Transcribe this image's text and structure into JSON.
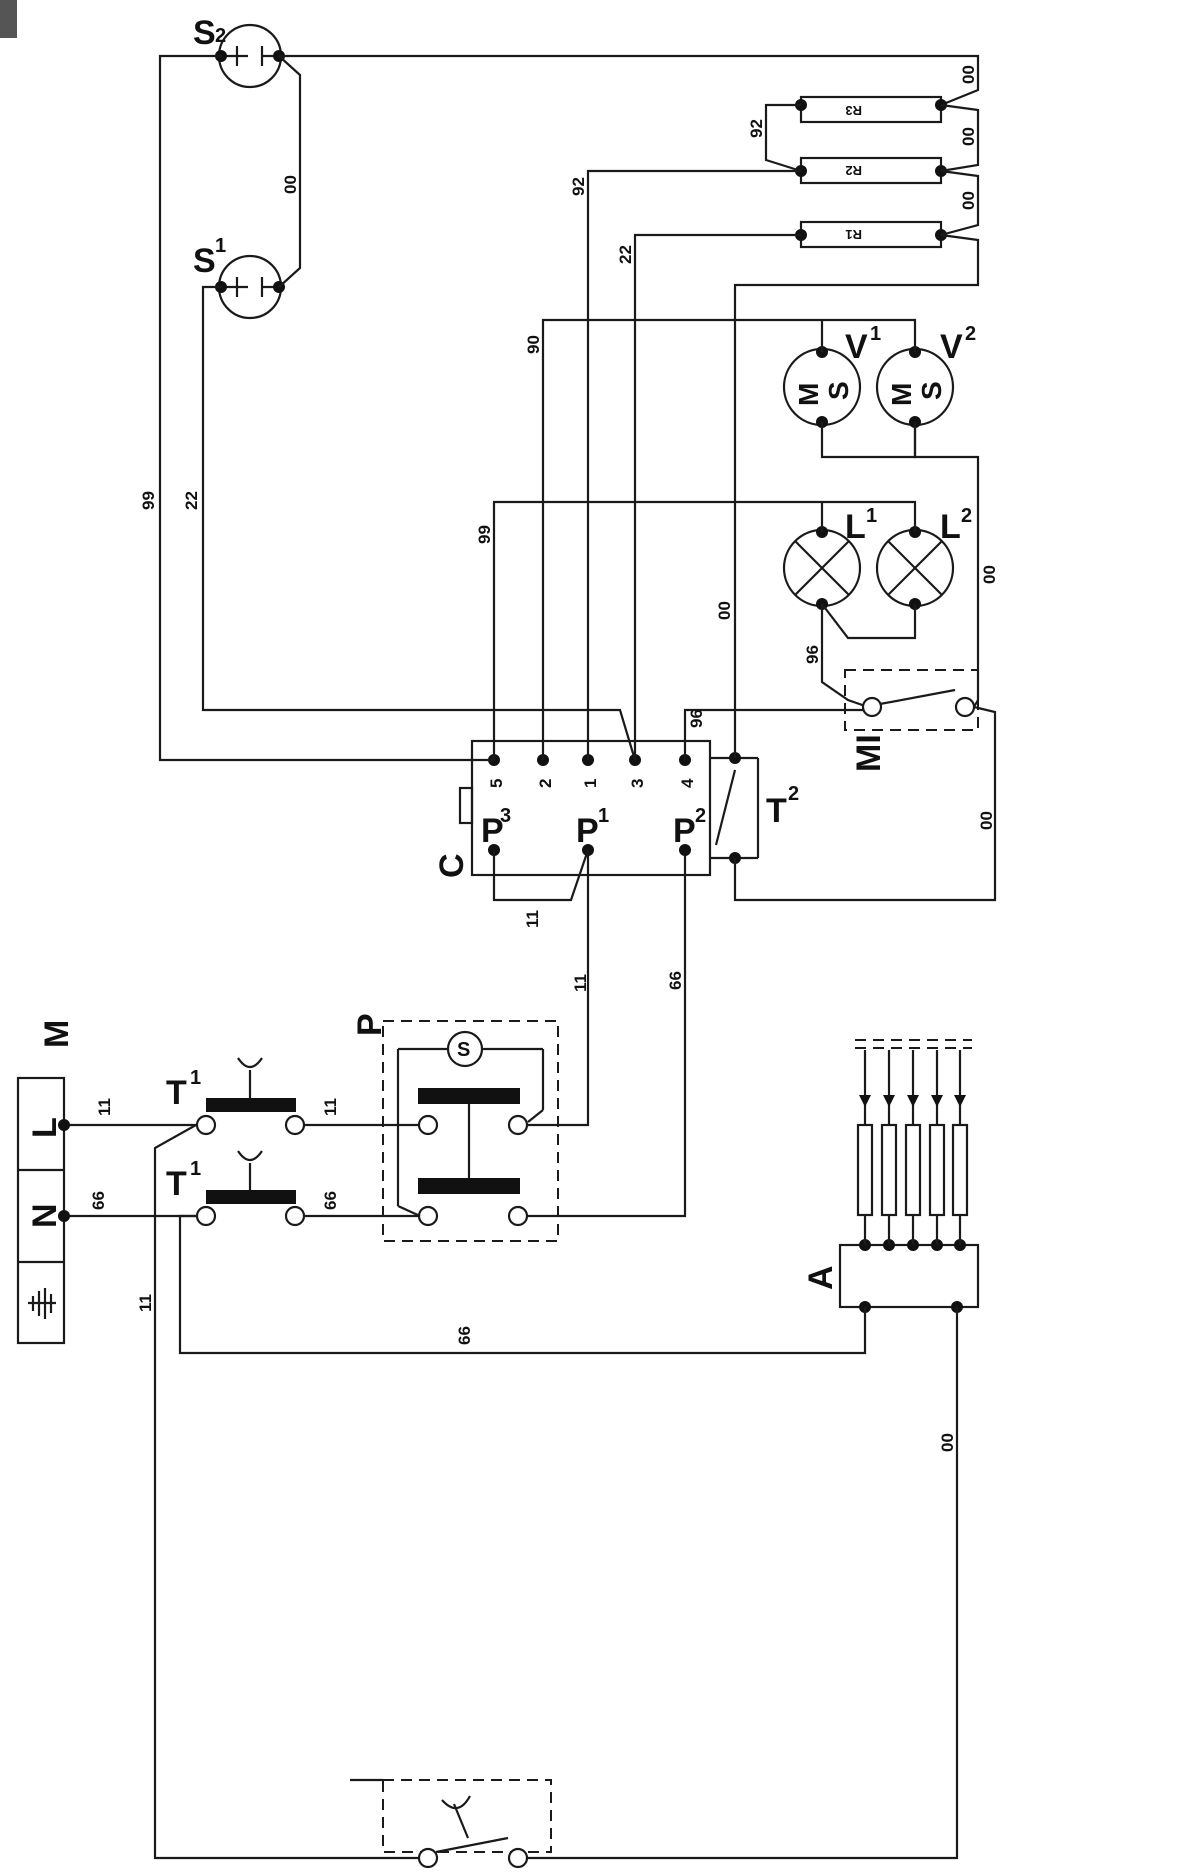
{
  "labels": {
    "M": "M",
    "L": "L",
    "N": "N",
    "T1": "T",
    "T1_sub": "1",
    "P": "P",
    "S_switch": "S",
    "C": "C",
    "P1": "P",
    "P1_sub": "1",
    "P2": "P",
    "P2_sub": "2",
    "P3": "P",
    "P3_sub": "3",
    "T2": "T",
    "T2_sub": "2",
    "MI": "MI",
    "S": "S",
    "S1_sub": "1",
    "S2_sub": "2",
    "V": "V",
    "V1_sub": "1",
    "V2_sub": "2",
    "L1_sub": "1",
    "L2_sub": "2",
    "motor_M": "M",
    "motor_S": "S",
    "R1": "R1",
    "R2": "R2",
    "R3": "R3",
    "A": "A"
  },
  "terminals": [
    "5",
    "2",
    "1",
    "3",
    "4"
  ],
  "wires": {
    "w11": "11",
    "w66": "66",
    "w99": "99",
    "w22": "22",
    "w90": "90",
    "w92": "92",
    "w96": "96",
    "w00": "00"
  }
}
